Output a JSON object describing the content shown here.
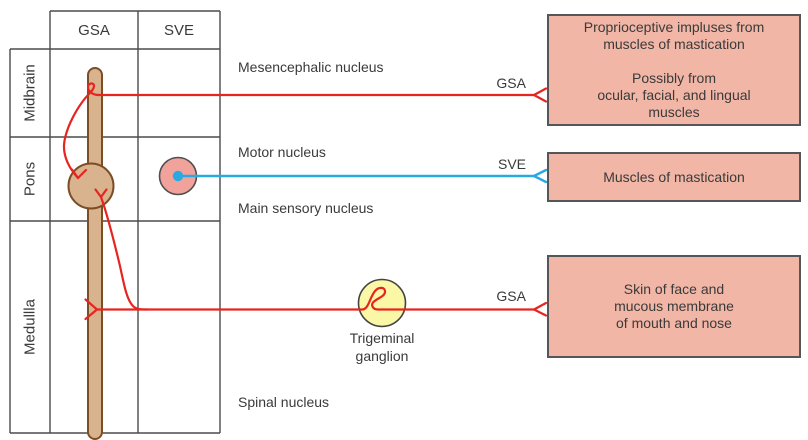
{
  "table": {
    "column_headers": [
      "GSA",
      "SVE"
    ],
    "row_labels": [
      "Midbrain",
      "Pons",
      "Medullla"
    ]
  },
  "nuclei": {
    "mesencephalic": "Mesencephalic nucleus",
    "motor": "Motor nucleus",
    "main_sensory": "Main sensory nucleus",
    "spinal": "Spinal nucleus"
  },
  "ganglion_label": {
    "line1": "Trigeminal",
    "line2": "ganglion"
  },
  "pathway_labels": {
    "gsa_mesencephalic": "GSA",
    "sve_motor": "SVE",
    "gsa_sensory": "GSA"
  },
  "target_boxes": [
    {
      "lines": [
        "Proprioceptive impluses from",
        "muscles of mastication",
        "",
        "Possibly from",
        "ocular, facial, and lingual",
        "muscles"
      ]
    },
    {
      "lines": [
        "Muscles of mastication"
      ]
    },
    {
      "lines": [
        "Skin of face and",
        "mucous membrane",
        "of mouth and nose"
      ]
    }
  ],
  "colors": {
    "gsa_red": "#e62520",
    "sve_blue": "#29a9e1",
    "tract_tan": "#d9b28e",
    "tract_outline_brown": "#7c4e26",
    "motor_nucleus_pink": "#f0a29b",
    "nucleus_outline_gray": "#4f4f51",
    "ganglion_yellow": "#faf7a6",
    "ganglion_outline": "#434343",
    "box_salmon": "#f1b6a6",
    "grid_gray": "#4b4b4d",
    "text_dark": "#3a3a3a"
  }
}
